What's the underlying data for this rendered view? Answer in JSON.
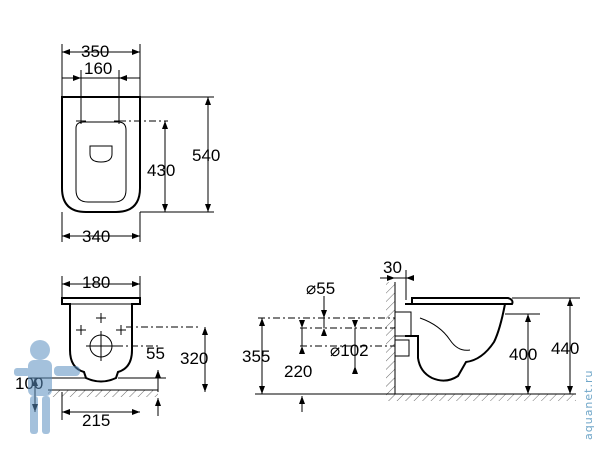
{
  "top_view": {
    "width_outer": "350",
    "width_holes": "160",
    "width_bottom": "340",
    "height_bowl": "430",
    "height_total": "540"
  },
  "side_view_small": {
    "width_top": "180",
    "height_320": "320",
    "height_55": "55",
    "height_100": "100",
    "depth_215": "215"
  },
  "side_view_large": {
    "wall_30": "30",
    "dia_55": "⌀55",
    "dia_102": "⌀102",
    "height_355": "355",
    "height_220": "220",
    "height_400": "400",
    "height_440": "440"
  },
  "watermark": {
    "text": "aquanet.ru",
    "colors": {
      "figure": "#5b8fc0",
      "text": "#6fa6c8"
    }
  }
}
